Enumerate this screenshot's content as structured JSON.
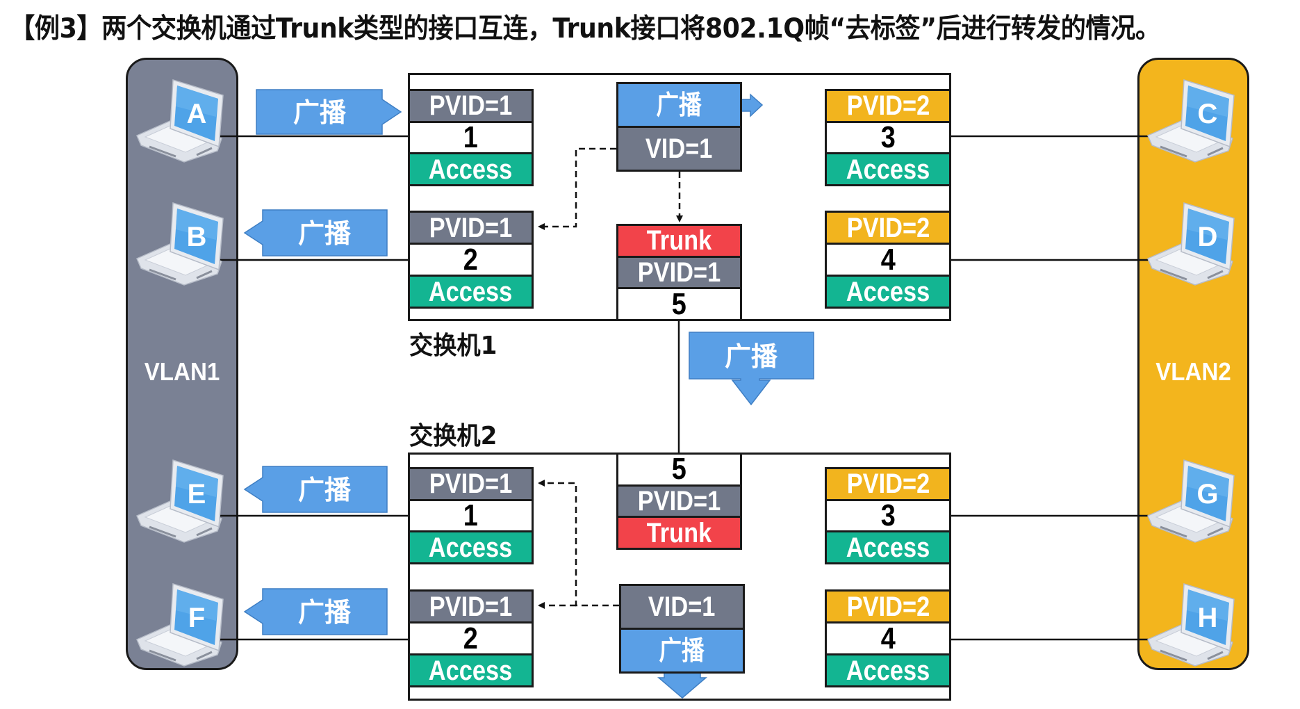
{
  "title": "【例3】两个交换机通过Trunk类型的接口互连，Trunk接口将802.1Q帧“去标签”后进行转发的情况。",
  "colors": {
    "vlan1": "#7a8194",
    "vlan2": "#f3b51d",
    "pvid_vlan1": "#717889",
    "pvid_vlan2": "#f2b41e",
    "access": "#13b592",
    "trunk": "#f2434a",
    "broadcast": "#5a9fe6"
  },
  "vlans": [
    {
      "label": "VLAN1",
      "hosts": [
        "A",
        "B",
        "E",
        "F"
      ]
    },
    {
      "label": "VLAN2",
      "hosts": [
        "C",
        "D",
        "G",
        "H"
      ]
    }
  ],
  "broadcast_label": "广播",
  "switch1": {
    "label": "交换机1",
    "ports": [
      {
        "pvid": "PVID=1",
        "number": "1",
        "type": "Access",
        "host": "A"
      },
      {
        "pvid": "PVID=1",
        "number": "2",
        "type": "Access",
        "host": "B"
      },
      {
        "pvid": "PVID=2",
        "number": "3",
        "type": "Access",
        "host": "C"
      },
      {
        "pvid": "PVID=2",
        "number": "4",
        "type": "Access",
        "host": "D"
      }
    ],
    "trunk_port": {
      "type": "Trunk",
      "pvid": "PVID=1",
      "number": "5"
    },
    "frame": {
      "payload": "广播",
      "vid": "VID=1"
    }
  },
  "switch2": {
    "label": "交换机2",
    "ports": [
      {
        "pvid": "PVID=1",
        "number": "1",
        "type": "Access",
        "host": "E"
      },
      {
        "pvid": "PVID=1",
        "number": "2",
        "type": "Access",
        "host": "F"
      },
      {
        "pvid": "PVID=2",
        "number": "3",
        "type": "Access",
        "host": "G"
      },
      {
        "pvid": "PVID=2",
        "number": "4",
        "type": "Access",
        "host": "H"
      }
    ],
    "trunk_port": {
      "number": "5",
      "pvid": "PVID=1",
      "type": "Trunk"
    },
    "frame": {
      "vid": "VID=1",
      "payload": "广播"
    }
  }
}
